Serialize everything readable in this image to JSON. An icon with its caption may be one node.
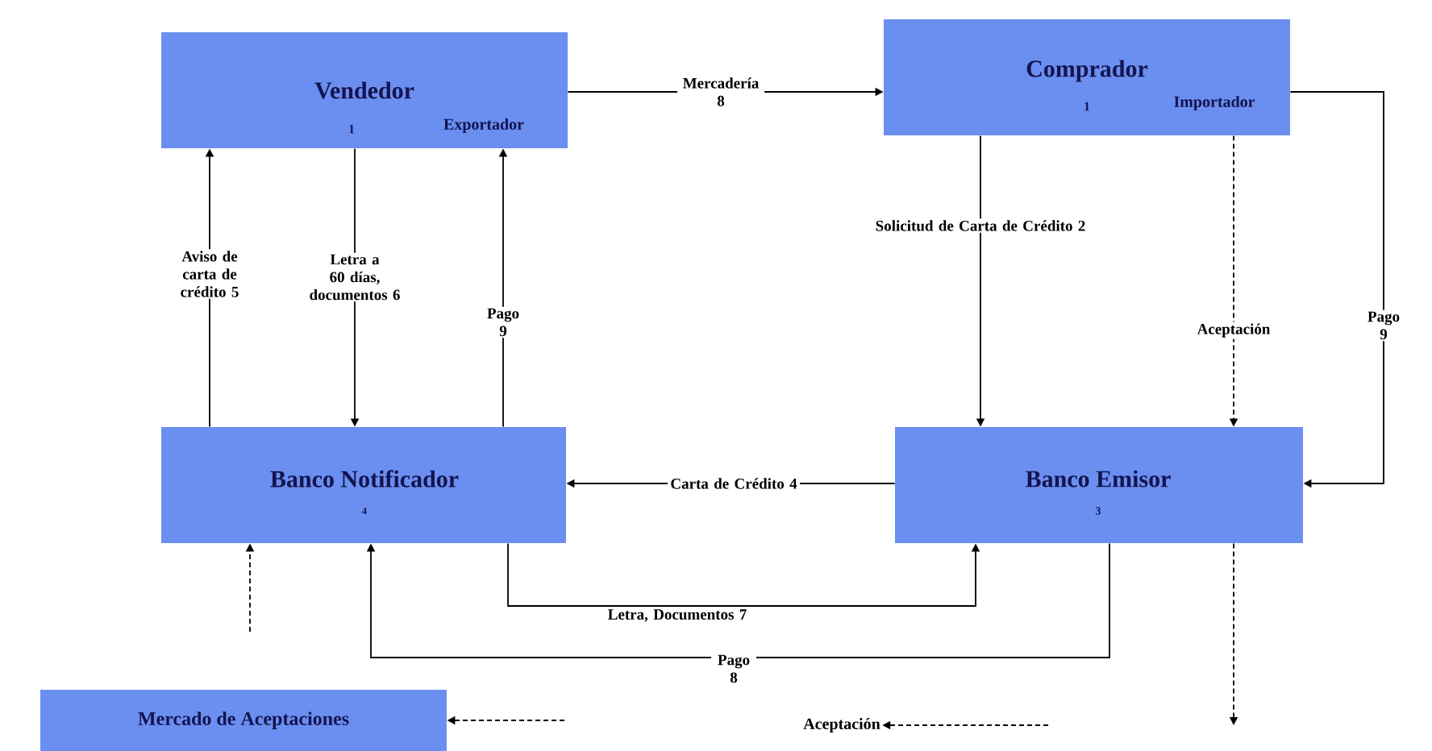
{
  "diagram": {
    "nodes": [
      {
        "text": [
          "Vendedor",
          "1",
          "Exportador"
        ]
      },
      {
        "text": [
          "Comprador",
          "1",
          "Importador"
        ]
      },
      {
        "text": [
          "Banco Notificador",
          "4"
        ]
      },
      {
        "text": [
          "Banco Emisor",
          "3"
        ]
      },
      {
        "text": [
          "Mercado de Aceptaciones"
        ]
      },
      {
        "text": [
          "Aceptación"
        ]
      }
    ],
    "edges": [
      {
        "from": 0,
        "to": 1,
        "arrow": "to",
        "label": "Mercadería 8"
      },
      {
        "from": 1,
        "to": 3,
        "arrow": "to",
        "label": "Solicitud de Carta de Crédito 2"
      },
      {
        "from": 3,
        "to": 2,
        "arrow": "to",
        "label": "Carta de Crédito 4"
      },
      {
        "from": 2,
        "to": 0,
        "arrow": "to",
        "label": "Aviso de carta de crédito 5"
      },
      {
        "from": 0,
        "to": 2,
        "arrow": "to",
        "label": "Letra a 60 días, documentos 6"
      },
      {
        "from": 2,
        "to": 0,
        "arrow": "to",
        "label": "Pago 9"
      },
      {
        "from": 2,
        "to": 3,
        "arrow": "to",
        "label": "Letra, Documentos 7"
      },
      {
        "from": 3,
        "to": 2,
        "arrow": "to",
        "label": "Pago 8"
      },
      {
        "from": 1,
        "to": 3,
        "arrow": "to",
        "label": "Pago 9"
      },
      {
        "from": 1,
        "to": 3,
        "arrow": "to",
        "label": "Aceptación",
        "style": "dashed"
      },
      {
        "from": 3,
        "to": null,
        "arrow": "to",
        "style": "dashed"
      },
      {
        "from": null,
        "to": 5,
        "arrow": "to",
        "style": "dashed"
      },
      {
        "from": null,
        "to": 4,
        "arrow": "to",
        "style": "dashed"
      },
      {
        "from": null,
        "to": 2,
        "arrow": "to",
        "style": "dashed"
      }
    ]
  }
}
